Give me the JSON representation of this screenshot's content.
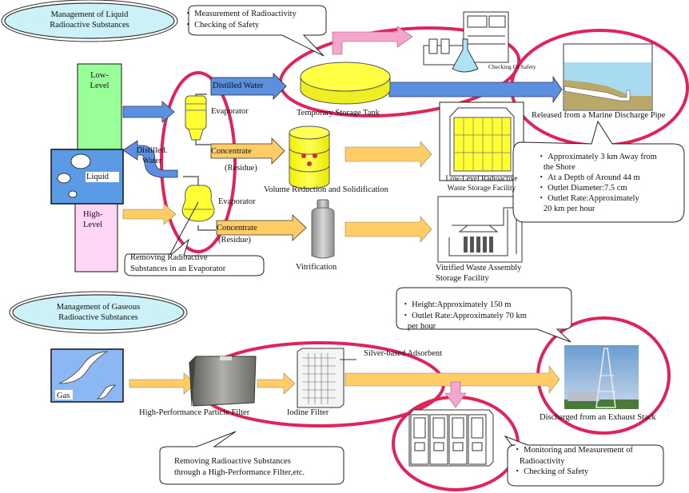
{
  "liquid_section": {
    "title_line1": "Management of Liquid",
    "title_line2": "Radioactive Substances",
    "low_level_line1": "Low-",
    "low_level_line2": "Level",
    "liquid_label": "Liquid",
    "high_level_line1": "High-",
    "high_level_line2": "Level",
    "distilled_water_return_line1": "Distilled.",
    "distilled_water_return_line2": "Water",
    "evaporator_top": "Evaporator",
    "evaporator_bottom": "Evaporator",
    "distilled_water_arrow": "Distilled Water",
    "concentrate_top": "Concentrate",
    "residue_top": "(Residue)",
    "concentrate_bottom": "Concentrate",
    "residue_bottom": "(Residue)",
    "evaporator_callout_line1": "Removing Radioactive",
    "evaporator_callout_line2": "Substances in  an  Evaporator",
    "tank_callout": [
      "・ Measurement of Radioactivity",
      "・ Checking of Safety"
    ],
    "temporary_storage_tank": "Temporary Storage Tank",
    "checking_of_safety_small": "Checking Of Safety",
    "volume_reduction": "Volume Reduction and Solidification",
    "vitrification": "Vitrification",
    "low_level_facility_line1": "Low-Level Radioactive",
    "low_level_facility_line2": "Waste Storage Facility",
    "vitrified_facility_line1": "Vitrified Waste Assembly",
    "vitrified_facility_line2": "Storage Facility",
    "marine_discharge": "Released from a Marine Discharge Pipe",
    "marine_callout": [
      "・ Approximately 3 km Away from",
      "   the Shore",
      "・ At a Depth of Around 44 m",
      "・ Outlet Diameter:7.5 cm",
      "・ Outlet Rate:Approximately",
      "   20 km per hour"
    ]
  },
  "gaseous_section": {
    "title_line1": "Management of Gaseous",
    "title_line2": "Radioactive Substances",
    "gas_label": "Gas",
    "particle_filter": "High-Performance Particle Filter",
    "iodine_filter": "Iodine Filter",
    "silver_adsorbent": "Silver-based Adsorbent",
    "filter_callout_line1": "Removing Radioactive Substances",
    "filter_callout_line2": "through a High-Performance Filter,etc.",
    "stack_callout": [
      "・ Height:Approximately 150 m",
      "・ Outlet Rate:Approximately 70 km",
      "   per hour"
    ],
    "exhaust_stack": "Discharged from an Exhaust Stack",
    "monitor_callout": [
      "・ Monitoring and Measurement of",
      "   Radioactivity",
      "・ Checking of Safety"
    ]
  },
  "colors": {
    "title_ellipse": "#ccf2f8",
    "low_level": "#99ff99",
    "high_level": "#ffd5f5",
    "liquid": "#5b9be6",
    "blue_arrow": "#5b8fe0",
    "orange_arrow": "#ffcc66",
    "pink_arrow": "#f5a6cf",
    "red_ring": "#e0245a",
    "yellow": "#ffff33",
    "gas_box": "#8bb8f5"
  }
}
